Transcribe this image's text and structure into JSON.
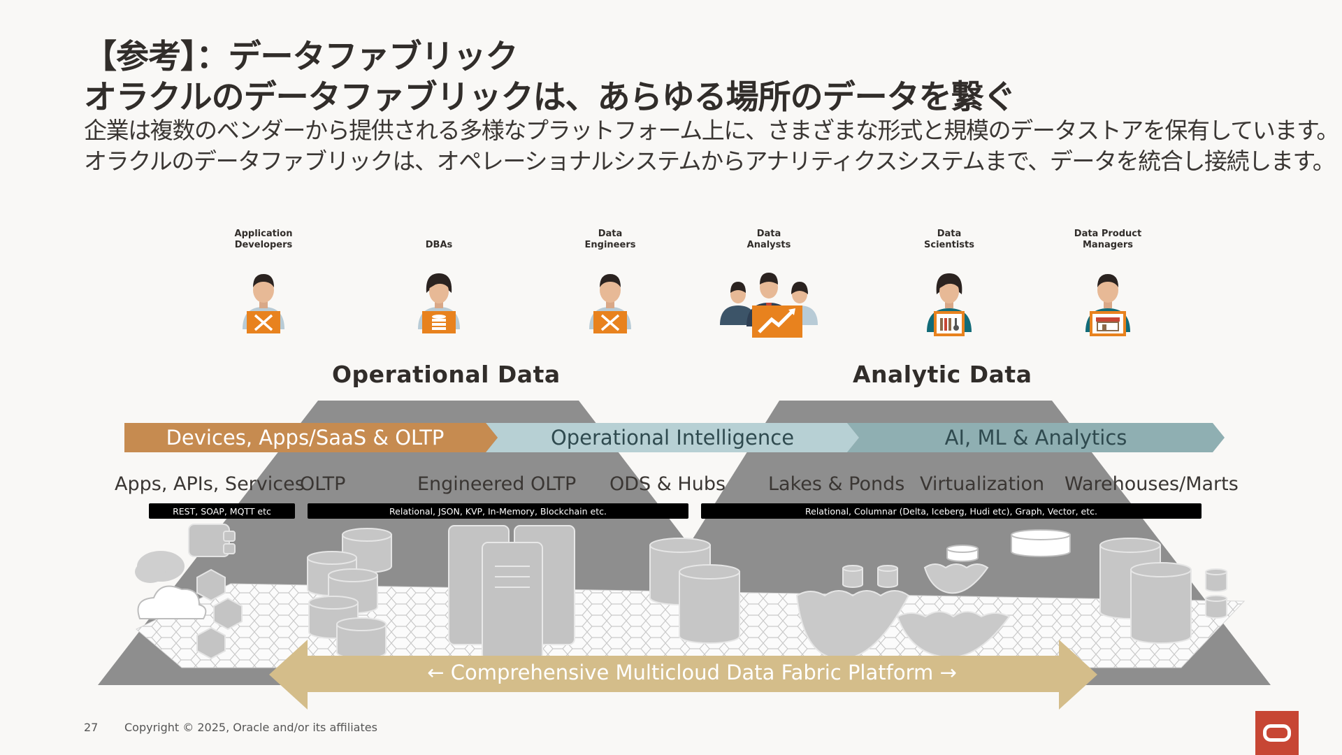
{
  "header": {
    "title_line1": "【参考】：データファブリック",
    "title_line2": "オラクルのデータファブリックは、あらゆる場所のデータを繋ぐ",
    "subtitle_line1": "企業は複数のベンダーから提供される多様なプラットフォーム上に、さまざまな形式と規模のデータストアを保有しています。",
    "subtitle_line2": "オラクルのデータファブリックは、オペレーショナルシステムからアナリティクスシステムまで、データを統合し接続します。"
  },
  "personas": [
    {
      "label": "Application\nDevelopers",
      "icon": "tools-icon"
    },
    {
      "label": "DBAs",
      "icon": "database-icon"
    },
    {
      "label": "Data\nEngineers",
      "icon": "tools-icon"
    },
    {
      "label": "Data\nAnalysts",
      "icon": "trend-chart-icon"
    },
    {
      "label": "Data\nScientists",
      "icon": "lab-icon"
    },
    {
      "label": "Data Product\nManagers",
      "icon": "storefront-icon"
    }
  ],
  "sections": {
    "operational": "Operational Data",
    "analytic": "Analytic Data"
  },
  "bands": {
    "devices": "Devices, Apps/SaaS & OLTP",
    "intelligence": "Operational Intelligence",
    "ai": "AI, ML & Analytics"
  },
  "categories": {
    "apps": "Apps, APIs, Services",
    "oltp": "OLTP",
    "engineered": "Engineered OLTP",
    "ods": "ODS & Hubs",
    "lakes": "Lakes & Ponds",
    "virtualization": "Virtualization",
    "warehouses": "Warehouses/Marts"
  },
  "tags": {
    "rest": "REST, SOAP, MQTT etc",
    "relational": "Relational, JSON, KVP, In-Memory, Blockchain etc.",
    "columnar": "Relational, Columnar (Delta, Iceberg, Hudi etc), Graph, Vector, etc."
  },
  "platform": {
    "label": "← Comprehensive Multicloud Data Fabric Platform →"
  },
  "footer": {
    "page_number": "27",
    "copyright": "Copyright © 2025, Oracle and/or its affiliates"
  },
  "colors": {
    "band_devices": "#c68b50",
    "band_intelligence": "#b7d0d4",
    "band_ai": "#8fafb2",
    "platform_arrow": "#d4bd8a",
    "icon_orange": "#e8821e",
    "oracle_red": "#c74634",
    "mountain": "#8e8e8e"
  }
}
